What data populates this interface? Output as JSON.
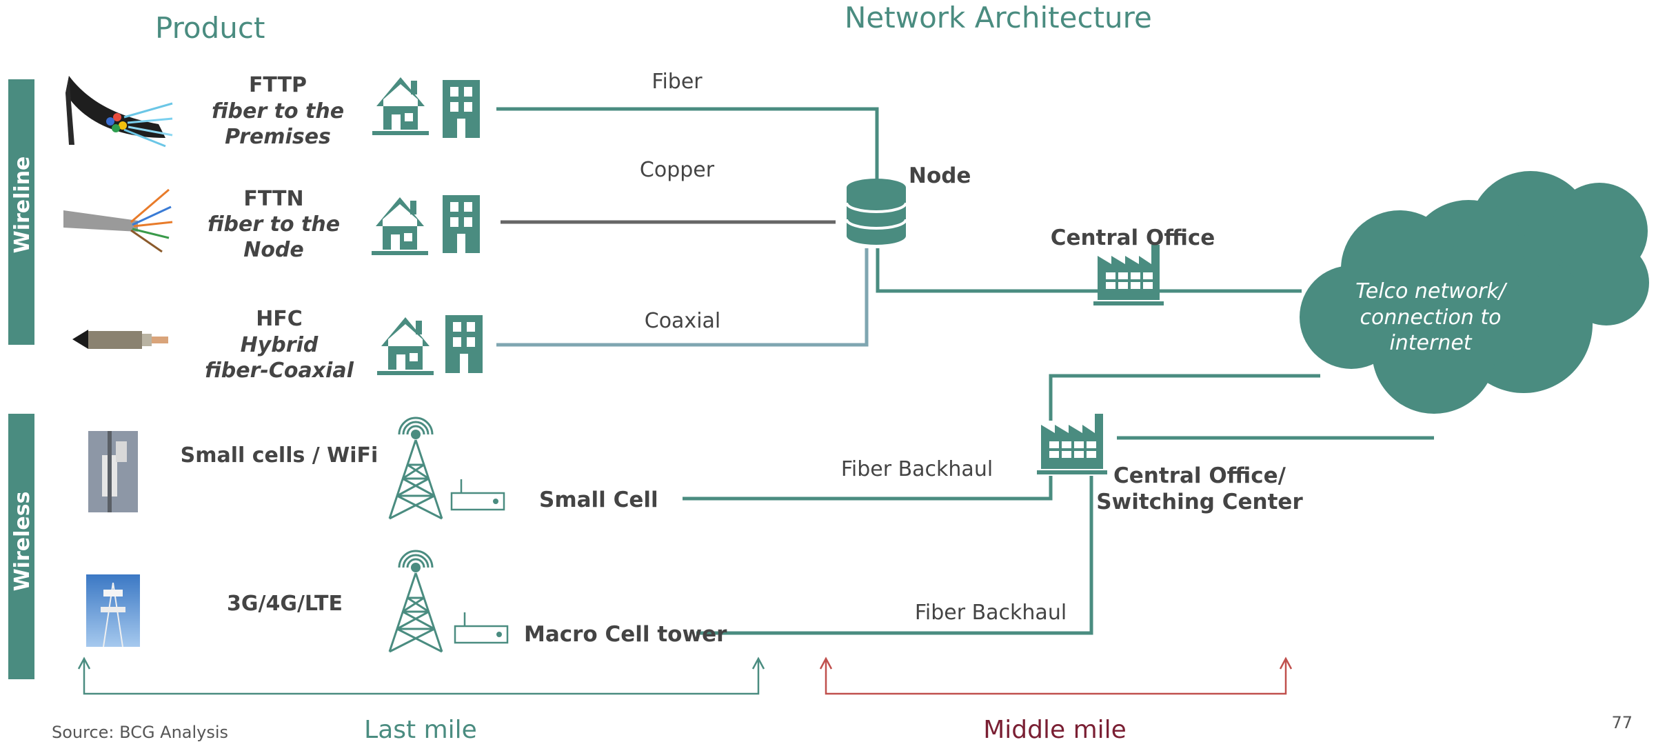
{
  "headers": {
    "product": "Product",
    "network": "Network Architecture"
  },
  "sidebars": {
    "wireline": "Wireline",
    "wireless": "Wireless"
  },
  "products": {
    "fttp": {
      "name": "FTTP",
      "line1": "fiber to the",
      "line2": "Premises"
    },
    "fttn": {
      "name": "FTTN",
      "line1": "fiber to the",
      "line2": "Node"
    },
    "hfc": {
      "name": "HFC",
      "line1": "Hybrid",
      "line2": "fiber-Coaxial"
    },
    "small": {
      "name": "Small cells / WiFi"
    },
    "lte": {
      "name": "3G/4G/LTE"
    }
  },
  "links": {
    "fiber": "Fiber",
    "copper": "Copper",
    "coaxial": "Coaxial",
    "backhaul1": "Fiber Backhaul",
    "backhaul2": "Fiber Backhaul"
  },
  "nodes": {
    "node": "Node",
    "central_office": "Central Office",
    "co_switch_1": "Central Office/",
    "co_switch_2": "Switching Center",
    "small_cell": "Small Cell",
    "macro_cell": "Macro Cell tower"
  },
  "cloud": {
    "line1": "Telco network/",
    "line2": "connection to",
    "line3": "internet"
  },
  "spans": {
    "last_mile": "Last mile",
    "middle_mile": "Middle mile"
  },
  "footer": {
    "source": "Source: BCG Analysis",
    "page": "77"
  },
  "colors": {
    "teal": "#4a8c80",
    "copper_gray": "#666666",
    "coax_blue": "#7fa6b1",
    "middle_red": "#c0504d",
    "middle_text": "#7a1f33"
  }
}
